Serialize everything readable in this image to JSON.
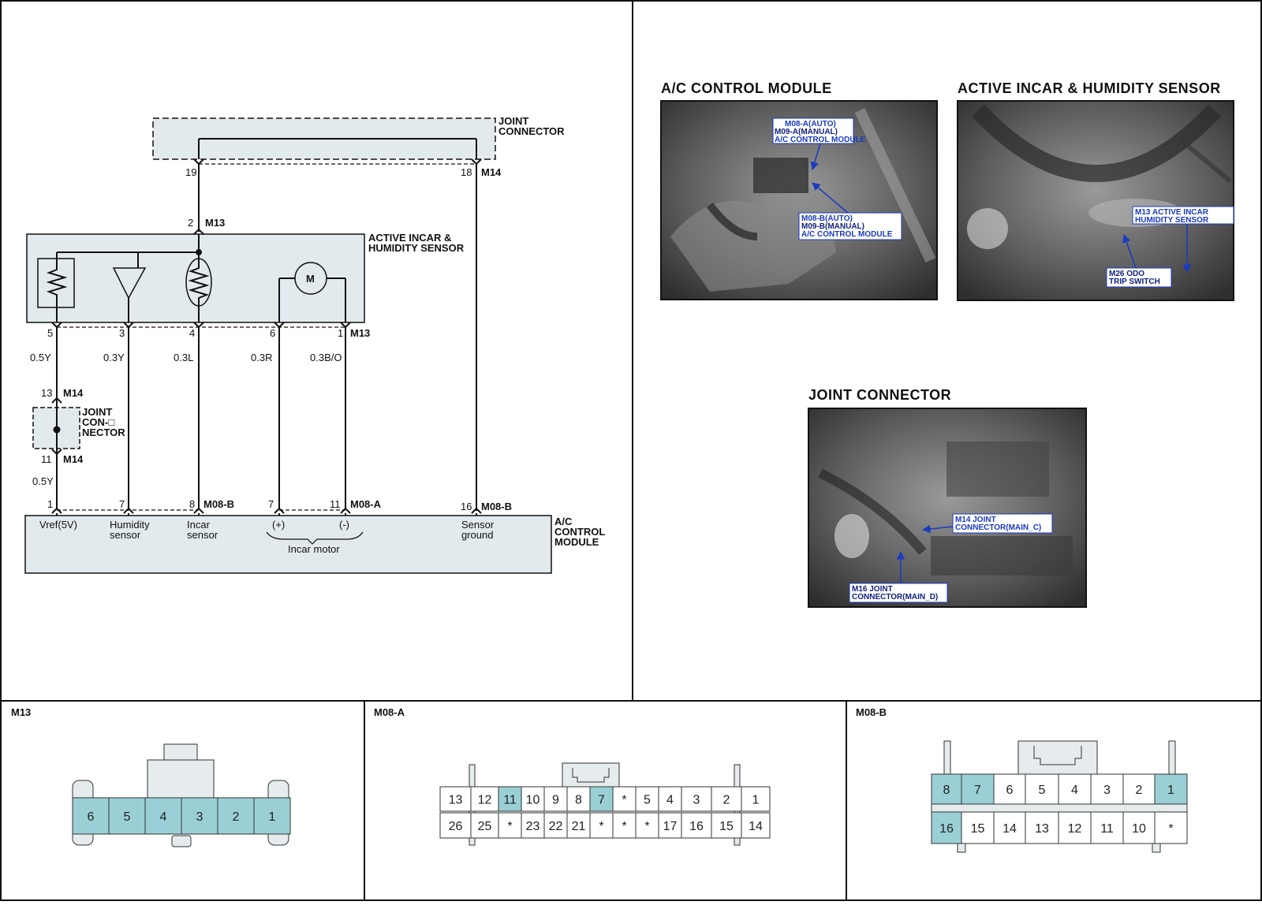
{
  "schematic": {
    "joint_connector_top": {
      "label_line1": "JOINT",
      "label_line2": "CONNECTOR",
      "pin_left": "19",
      "pin_right": "18",
      "connector": "M14"
    },
    "sensor": {
      "label_line1": "ACTIVE INCAR &",
      "label_line2": "HUMIDITY SENSOR",
      "top_pin": "2",
      "top_connector": "M13",
      "motor_symbol": "M",
      "bottom_connector": "M13"
    },
    "sensor_pins": [
      "5",
      "3",
      "4",
      "6",
      "1"
    ],
    "wires": [
      "0.5Y",
      "0.3Y",
      "0.3L",
      "0.3R",
      "0.3B/O"
    ],
    "joint_connector_small": {
      "label_line1": "JOINT",
      "label_line2": "CON-□",
      "label_line3": "NECTOR",
      "pin_top": "13",
      "pin_bottom": "11",
      "connector": "M14",
      "wire_below": "0.5Y"
    },
    "module": {
      "label_line1": "A/C",
      "label_line2": "CONTROL",
      "label_line3": "MODULE",
      "pins": [
        "1",
        "7",
        "8",
        "7",
        "11",
        "16"
      ],
      "connector_b": "M08-B",
      "connector_a": "M08-A",
      "labels": {
        "vref": "Vref(5V)",
        "humidity_1": "Humidity",
        "humidity_2": "sensor",
        "incar_1": "Incar",
        "incar_2": "sensor",
        "plus": "(+)",
        "minus": "(-)",
        "incar_motor": "Incar motor",
        "ground_1": "Sensor",
        "ground_2": "ground"
      }
    }
  },
  "photos": {
    "ac_module": {
      "title": "A/C CONTROL MODULE",
      "callout1": [
        "M08-A(AUTO)",
        "M09-A(MANUAL)",
        "A/C CONTROL MODULE"
      ],
      "callout2": [
        "M08-B(AUTO)",
        "M09-B(MANUAL)",
        "A/C CONTROL MODULE"
      ]
    },
    "incar_sensor": {
      "title": "ACTIVE INCAR & HUMIDITY SENSOR",
      "callout1": [
        "M13 ACTIVE INCAR",
        "HUMIDITY SENSOR"
      ],
      "callout2": [
        "M26 ODO",
        "TRIP SWITCH"
      ]
    },
    "joint": {
      "title": "JOINT CONNECTOR",
      "callout1": [
        "M14 JOINT",
        "CONNECTOR(MAIN_C)"
      ],
      "callout2": [
        "M16 JOINT",
        "CONNECTOR(MAIN_D)"
      ]
    }
  },
  "connectors": {
    "m13": {
      "title": "M13",
      "pins": [
        "6",
        "5",
        "4",
        "3",
        "2",
        "1"
      ]
    },
    "m08a": {
      "title": "M08-A",
      "row1": [
        "13",
        "12",
        "11",
        "10",
        "9",
        "8",
        "7",
        "*",
        "5",
        "4",
        "3",
        "2",
        "1"
      ],
      "row2": [
        "26",
        "25",
        "*",
        "23",
        "22",
        "21",
        "*",
        "*",
        "*",
        "17",
        "16",
        "15",
        "14"
      ]
    },
    "m08b": {
      "title": "M08-B",
      "row1": [
        "8",
        "7",
        "6",
        "5",
        "4",
        "3",
        "2",
        "1"
      ],
      "row2": [
        "16",
        "15",
        "14",
        "13",
        "12",
        "11",
        "10",
        "*"
      ]
    }
  },
  "colors": {
    "panel": "#e2eaed",
    "highlight": "#9bcfd6",
    "callout_blue": "#1a3ac0",
    "photo_bg": "#5a5a5a"
  }
}
